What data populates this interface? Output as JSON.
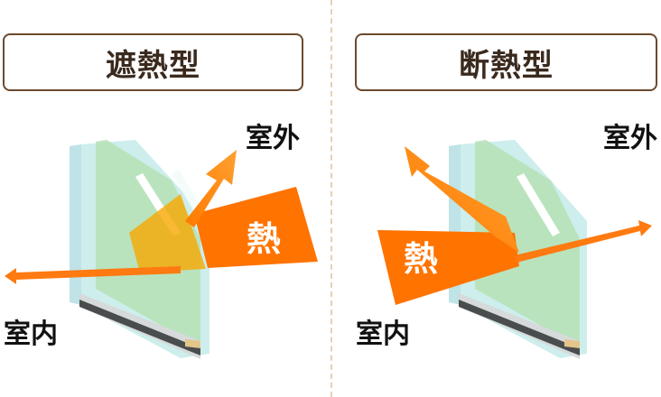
{
  "panels": [
    {
      "title": "遮熱型",
      "outdoor_label": "室外",
      "indoor_label": "室内",
      "heat_label": "熱"
    },
    {
      "title": "断熱型",
      "outdoor_label": "室外",
      "indoor_label": "室内",
      "heat_label": "熱"
    }
  ],
  "colors": {
    "heat": "#ff7300",
    "border": "#6b4a2e",
    "divider": "#e6cfb8"
  }
}
